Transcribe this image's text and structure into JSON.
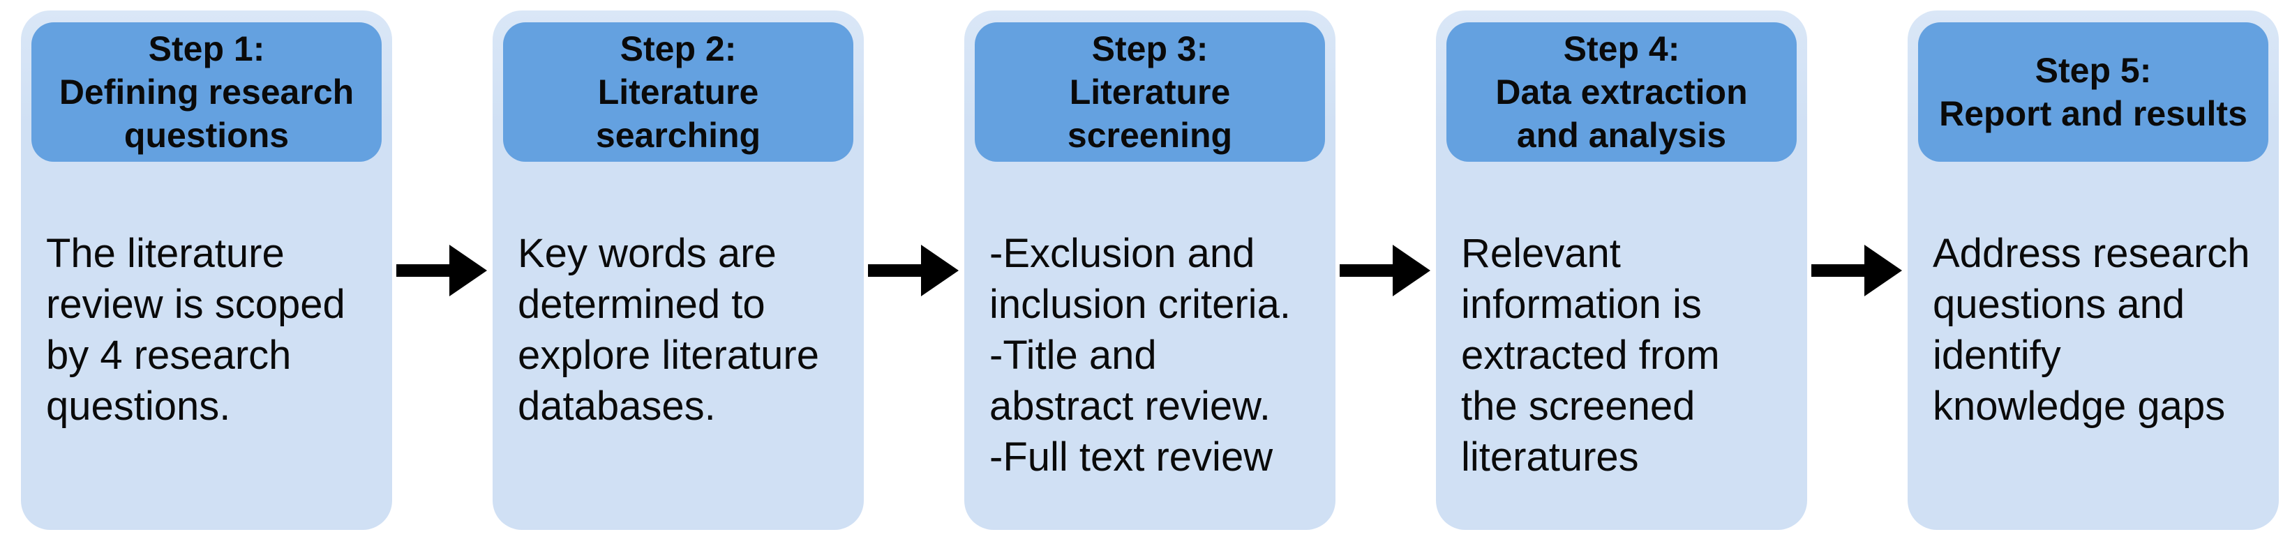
{
  "diagram": {
    "type": "process-flow",
    "colors": {
      "header_fill": "#64a1e0",
      "body_fill": "#d0e0f4",
      "body_fill_light": "#dae7f7",
      "arrow": "#000000",
      "text": "#0a0a0a"
    },
    "arrow_icon": "right-arrow",
    "steps": [
      {
        "header": "Step 1:\nDefining research\nquestions",
        "body": "The literature\nreview is scoped\nby 4 research\nquestions."
      },
      {
        "header": "Step 2:\nLiterature\nsearching",
        "body": "Key words are\ndetermined to\nexplore literature\ndatabases."
      },
      {
        "header": "Step 3:\nLiterature\nscreening",
        "body": "-Exclusion and\ninclusion criteria.\n-Title and\nabstract review.\n-Full text review"
      },
      {
        "header": "Step 4:\nData extraction\nand analysis",
        "body": "Relevant\ninformation is\nextracted from\nthe screened\nliteratures"
      },
      {
        "header": "Step 5:\nReport and results",
        "body": "Address research\nquestions and\nidentify\nknowledge gaps"
      }
    ]
  }
}
